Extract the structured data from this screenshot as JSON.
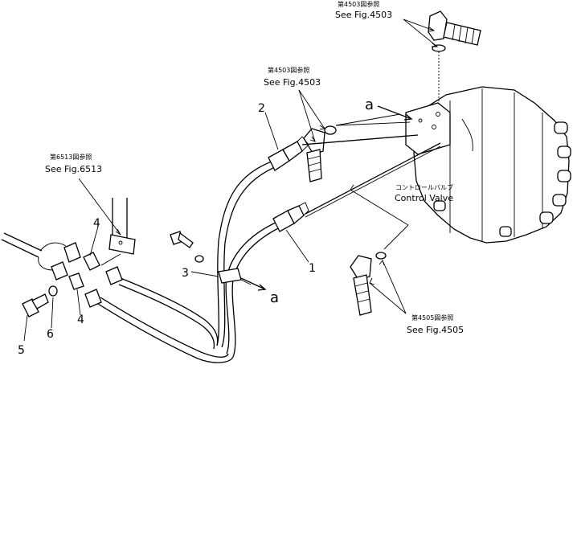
{
  "callouts": {
    "top_right": {
      "jp": "第4503図参照",
      "en": "See Fig.4503"
    },
    "middle": {
      "jp": "第4503図参照",
      "en": "See Fig.4503"
    },
    "left": {
      "jp": "第6513図参照",
      "en": "See Fig.6513"
    },
    "bottom": {
      "jp": "第4505図参照",
      "en": "See Fig.4505"
    },
    "valve": {
      "jp": "コントロールバルブ",
      "en": "Control Valve"
    }
  },
  "part_numbers": {
    "p1": "1",
    "p2": "2",
    "p3": "3",
    "p4a": "4",
    "p4b": "4",
    "p5": "5",
    "p6": "6"
  },
  "view_markers": {
    "a_top": "a",
    "a_bottom": "a"
  }
}
